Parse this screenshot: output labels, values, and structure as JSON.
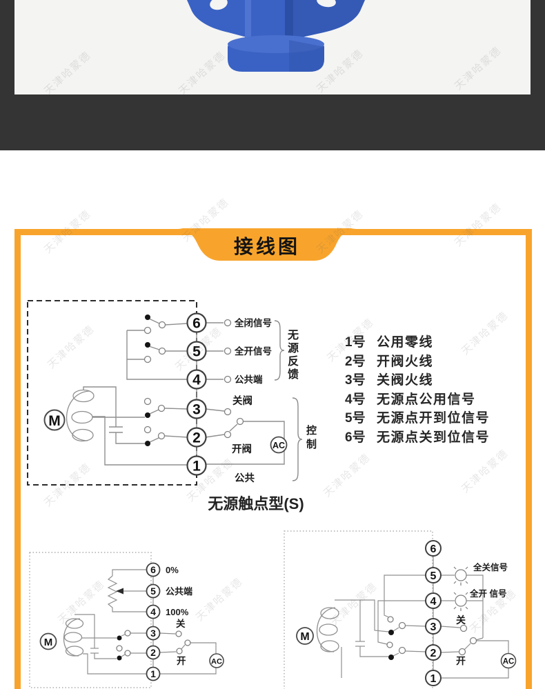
{
  "watermark": {
    "text": "天津哈蒙德"
  },
  "colors": {
    "accent_orange": "#F8A42C",
    "top_band": "#343434",
    "valve_blue": "#3A62C4",
    "valve_yellow": "#CFC384"
  },
  "header": {
    "title": "接线图"
  },
  "shared": {
    "terminal_numbers": [
      "6",
      "5",
      "4",
      "3",
      "2",
      "1"
    ],
    "motor_label": "M",
    "ac_label": "AC"
  },
  "diagram1": {
    "caption": "无源触点型(S)",
    "terminal_labels": [
      "全闭信号",
      "全开信号",
      "公共端",
      "关阀",
      "开阀",
      "公共"
    ],
    "brace_feedback": "无源反馈",
    "brace_control": "控制"
  },
  "legend": {
    "items": [
      {
        "num": "1号",
        "desc": "公用零线"
      },
      {
        "num": "2号",
        "desc": "开阀火线"
      },
      {
        "num": "3号",
        "desc": "关阀火线"
      },
      {
        "num": "4号",
        "desc": "无源点公用信号"
      },
      {
        "num": "5号",
        "desc": "无源点开到位信号"
      },
      {
        "num": "6号",
        "desc": "无源点关到位信号"
      }
    ]
  },
  "diagram2": {
    "labels": [
      "0%",
      "公共端",
      "100%",
      "关",
      "开"
    ]
  },
  "diagram3": {
    "labels": [
      "全关信号",
      "全开 信号",
      "关",
      "开"
    ]
  }
}
